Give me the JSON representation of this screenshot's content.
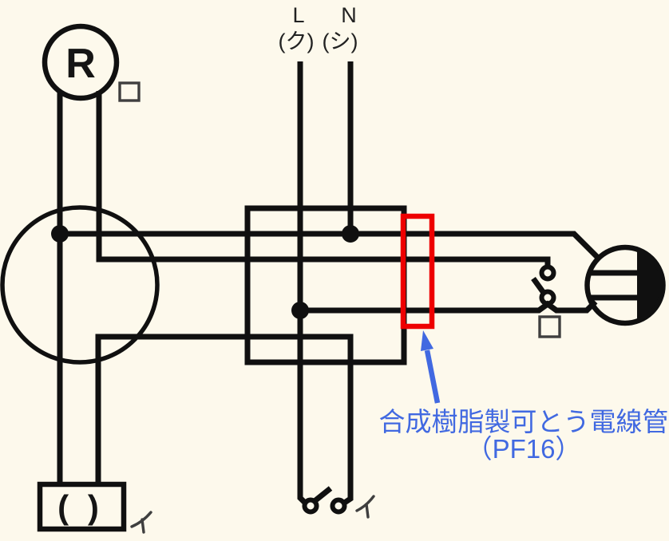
{
  "colors": {
    "bg": "#FDF9EC",
    "wire": "#101010",
    "red": "#EE0000",
    "blue": "#4169E1",
    "gray": "#3F3F3F"
  },
  "power": {
    "l": "L",
    "l_sub": "(ク)",
    "n": "N",
    "n_sub": "(シ)"
  },
  "components": {
    "lamp": {
      "label": "R",
      "mark": "ロ"
    },
    "device": {
      "label": "( )",
      "mark": "イ"
    },
    "switch_right": {
      "mark": "ロ"
    },
    "switch_bottom": {
      "mark": "イ"
    }
  },
  "annotation": {
    "line1": "合成樹脂製可とう電線管",
    "line2": "（PF16）"
  }
}
